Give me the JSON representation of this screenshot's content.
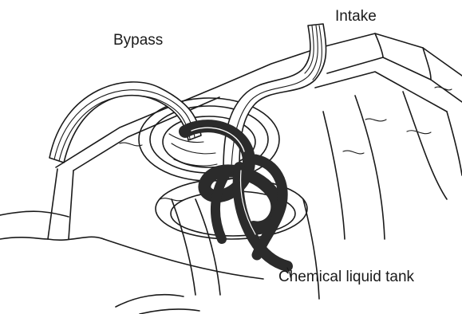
{
  "labels": {
    "intake": "Intake",
    "bypass": "Bypass",
    "tank": "Chemical liquid tank"
  },
  "colors": {
    "ink": "#1a1a1a",
    "hose_dark": "#2b2b2b",
    "background": "#ffffff"
  }
}
